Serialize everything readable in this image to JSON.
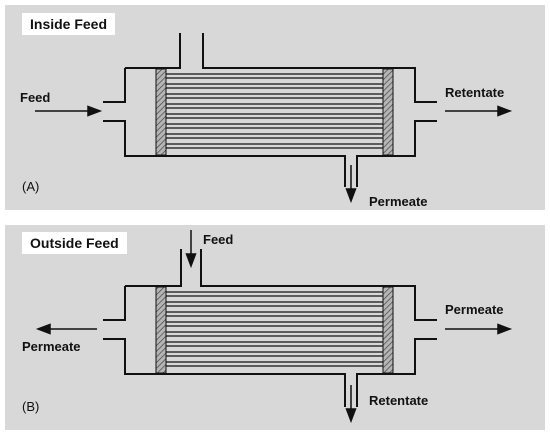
{
  "panel_a": {
    "title": "Inside Feed",
    "caption": "(A)",
    "labels": {
      "left_flow": "Feed",
      "right_flow": "Retentate",
      "bottom_flow": "Permeate"
    }
  },
  "panel_b": {
    "title": "Outside Feed",
    "caption": "(B)",
    "labels": {
      "top_flow": "Feed",
      "left_flow": "Permeate",
      "right_flow": "Permeate",
      "bottom_flow": "Retentate"
    }
  },
  "colors": {
    "background": "#d8d8d8",
    "title_box": "#ffffff",
    "ink": "#111111",
    "tube_sheet": "#8a8a8a"
  }
}
